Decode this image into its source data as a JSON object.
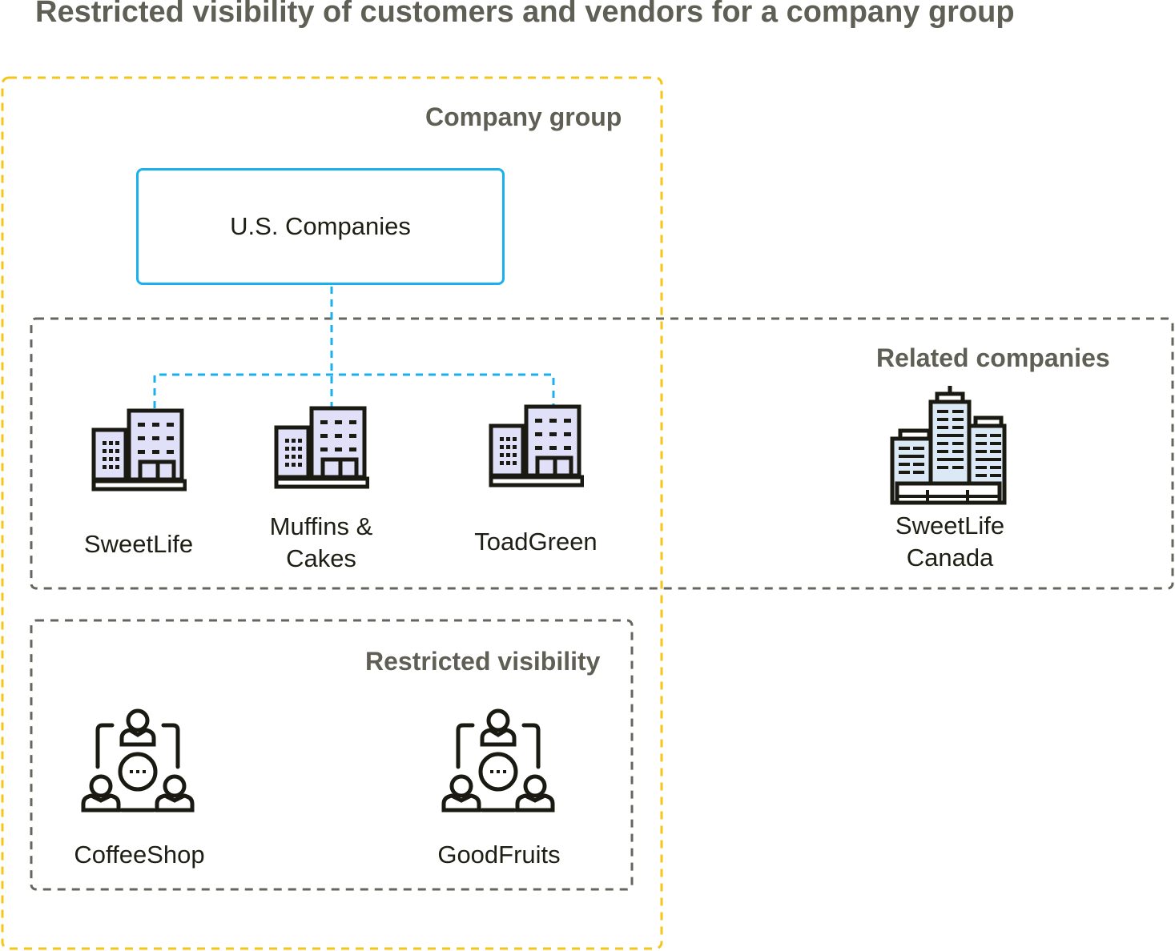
{
  "title": "Restricted visibility of customers and vendors for a company group",
  "colors": {
    "company_group_border": "#f5c518",
    "section_border": "#66665e",
    "connector": "#18b0ee",
    "building_fill": "#e0e0f8",
    "tower_fill": "#dbe9f6",
    "icon_stroke": "#1a1a12"
  },
  "groups": {
    "company_group": {
      "label": "Company group"
    },
    "related_companies": {
      "label": "Related companies"
    },
    "restricted_visibility": {
      "label": "Restricted visibility"
    }
  },
  "parent_node": {
    "label": "U.S. Companies"
  },
  "companies": [
    {
      "label": "SweetLife",
      "icon": "office-building-icon"
    },
    {
      "label": "Muffins &\nCakes",
      "icon": "office-building-icon"
    },
    {
      "label": "ToadGreen",
      "icon": "office-building-icon"
    }
  ],
  "related_external": {
    "label": "SweetLife\nCanada",
    "icon": "city-towers-icon"
  },
  "restricted": [
    {
      "label": "CoffeeShop",
      "icon": "user-network-icon"
    },
    {
      "label": "GoodFruits",
      "icon": "user-network-icon"
    }
  ]
}
